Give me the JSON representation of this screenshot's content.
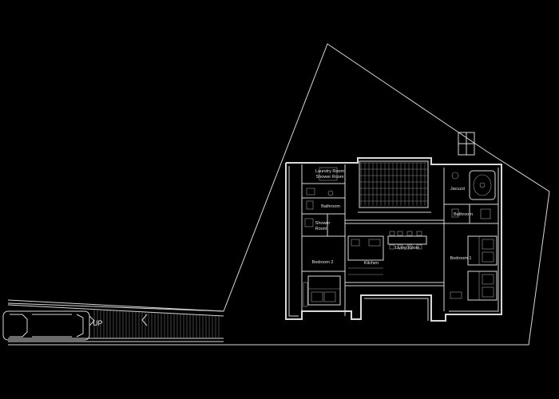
{
  "plan": {
    "rooms": [
      {
        "id": "laundry",
        "label": "Laundry Room"
      },
      {
        "id": "shower-main",
        "label": "Shower Room"
      },
      {
        "id": "bathroom-left",
        "label": "Bathroom"
      },
      {
        "id": "shower-small-1",
        "label": "Shower"
      },
      {
        "id": "shower-small-2",
        "label": "Room"
      },
      {
        "id": "bedroom-2",
        "label": "Bedroom 2"
      },
      {
        "id": "living",
        "label": "Living Room"
      },
      {
        "id": "kitchen",
        "label": "Kitchen"
      },
      {
        "id": "jacuzzi",
        "label": "Jacuzzi"
      },
      {
        "id": "bathroom-right",
        "label": "Bathroom"
      },
      {
        "id": "bedroom-1",
        "label": "Bedroom 1"
      }
    ],
    "stair_label": "UP",
    "colors": {
      "background": "#000000",
      "lines": "#d8d8d8"
    }
  }
}
